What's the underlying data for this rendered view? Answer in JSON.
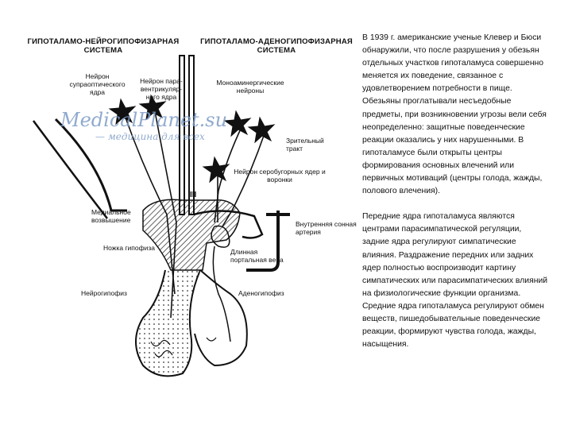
{
  "diagram": {
    "header_left": "ГИПОТАЛАМО-НЕЙРОГИПОФИЗАРНАЯ СИСТЕМА",
    "header_right": "ГИПОТАЛАМО-АДЕНОГИПОФИЗАРНАЯ СИСТЕМА",
    "labels": {
      "supraoptic": "Нейрон супраоптического ядра",
      "paraventricular": "Нейрон пара- вентрикуляр- ного ядра",
      "monoamine": "Моноаминергические нейроны",
      "optic_tract": "Зрительный тракт",
      "tuberal": "Нейрон серобугорных ядер и воронки",
      "median_eminence": "Медиальное возвышение",
      "carotid": "Внутренняя сонная артерия",
      "stalk": "Ножка гипофиза",
      "portal_vein": "Длинная портальная вена",
      "neurohypophysis": "Нейрогипофиз",
      "adenohypophysis": "Аденогипофиз",
      "ventricle": "III"
    },
    "watermark_main": "MedicalPlanet.su",
    "watermark_sub": "— медицина для всех"
  },
  "text": {
    "paragraph1": "В 1939 г. американские ученые Клевер и Бюси обнаружили, что после разрушения у обезьян отдельных участков гипоталамуса совершенно меняется их поведение, связанное с удовлетворением потребности в пище. Обезьяны проглатывали несъедобные предметы, при возникновении угрозы вели себя неопределенно: защитные поведенческие реакции оказались у них нарушенными. В гипоталамусе были открыты центры формирования основных влечений или первичных мотиваций (центры голода, жажды, полового влечения).",
    "paragraph2": "Передние ядра гипоталамуса являются центрами парасимпатической регуляции, задние ядра регулируют симпатические влияния. Раздражение передних или задних ядер полностью воспроизводит картину симпатических или парасимпатических влияний на физиологические функции организма. Средние ядра гипоталамуса регулируют обмен веществ, пишедобывательные поведенческие реакции, формируют чувства голода, жажды, насыщения."
  }
}
